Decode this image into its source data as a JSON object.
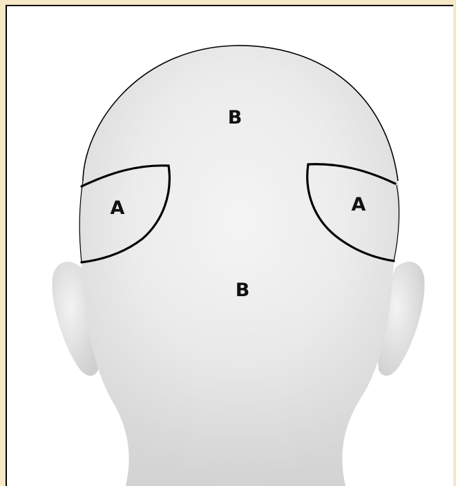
{
  "diagram": {
    "regions": [
      {
        "id": "B",
        "label": "B"
      },
      {
        "id": "A",
        "label": "A"
      },
      {
        "id": "A",
        "label": "A"
      },
      {
        "id": "B",
        "label": "B"
      }
    ]
  }
}
